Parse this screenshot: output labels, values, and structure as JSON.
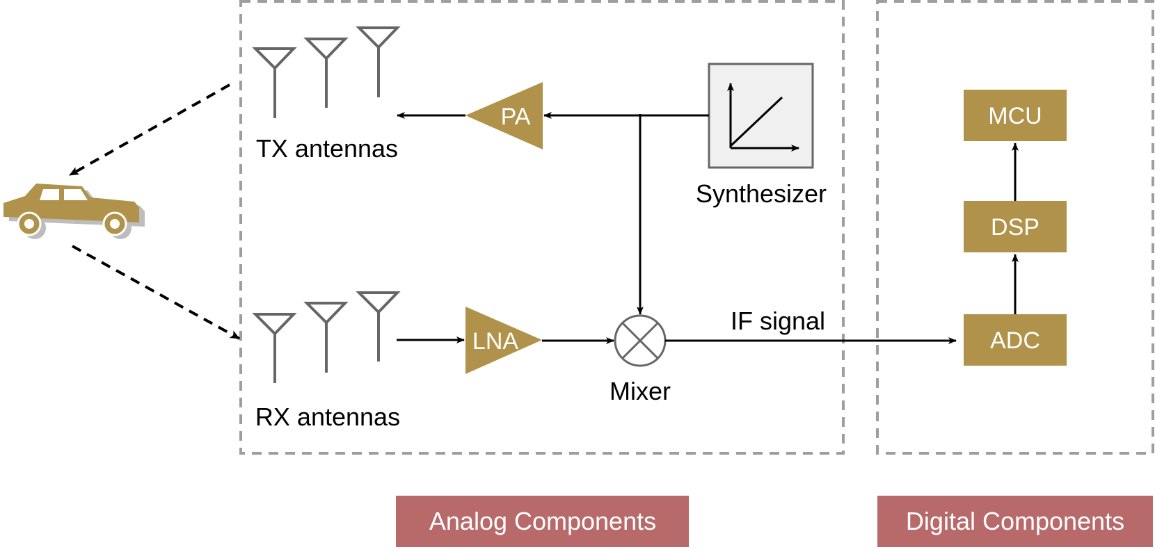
{
  "labels": {
    "tx_antennas": "TX antennas",
    "rx_antennas": "RX antennas",
    "synthesizer": "Synthesizer",
    "mixer": "Mixer",
    "if_signal": "IF signal"
  },
  "blocks": {
    "pa": "PA",
    "lna": "LNA",
    "mcu": "MCU",
    "dsp": "DSP",
    "adc": "ADC"
  },
  "legend": {
    "analog": "Analog Components",
    "digital": "Digital Components"
  },
  "colors": {
    "block_fill": "#b0924a",
    "legend_fill": "#b86a6a",
    "car_fill": "#b0924a",
    "dashed_border": "#9e9e9e",
    "antenna": "#666666",
    "synth_fill": "#f0f0f0"
  },
  "icons": {
    "car": "car-icon",
    "antenna": "antenna-icon",
    "mixer": "mixer-icon",
    "synthesizer": "ramp-chart-icon"
  }
}
